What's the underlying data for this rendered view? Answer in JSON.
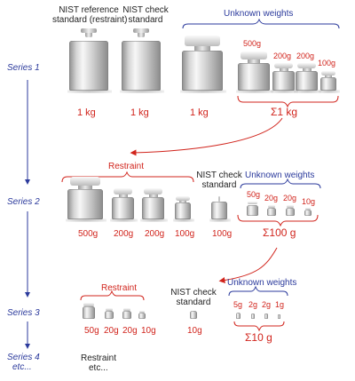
{
  "series": {
    "s1": "Series 1",
    "s2": "Series 2",
    "s3": "Series 3",
    "s4_line1": "Series 4",
    "s4_line2": "etc..."
  },
  "row1": {
    "reference_label_line1": "NIST reference",
    "reference_label_line2": "standard (restraint)",
    "check_label_line1": "NIST check",
    "check_label_line2": "standard",
    "unknown_label": "Unknown weights",
    "w_500": "500g",
    "w_200a": "200g",
    "w_200b": "200g",
    "w_100": "100g",
    "ref_mass": "1 kg",
    "check_mass": "1 kg",
    "unknown_mass": "1 kg",
    "sum_symbol": "Σ",
    "sum_mass": "1 kg"
  },
  "row2": {
    "restraint_label": "Restraint",
    "check_label_line1": "NIST check",
    "check_label_line2": "standard",
    "unknown_label": "Unknown weights",
    "m1": "500g",
    "m2": "200g",
    "m3": "200g",
    "m4": "100g",
    "check_mass": "100g",
    "w_50": "50g",
    "w_20a": "20g",
    "w_20b": "20g",
    "w_10": "10g",
    "sum_symbol": "Σ",
    "sum_mass": "100 g"
  },
  "row3": {
    "restraint_label": "Restraint",
    "check_label_line1": "NIST check",
    "check_label_line2": "standard",
    "unknown_label": "Unknown weights",
    "m1": "50g",
    "m2": "20g",
    "m3": "20g",
    "m4": "10g",
    "check_mass": "10g",
    "w_5": "5g",
    "w_2a": "2g",
    "w_2b": "2g",
    "w_1": "1g",
    "sum_symbol": "Σ",
    "sum_mass": "10 g"
  },
  "row4": {
    "restraint_line1": "Restraint",
    "restraint_line2": "etc..."
  },
  "colors": {
    "red": "#d1241c",
    "blue": "#2b3a9c",
    "black": "#222222"
  }
}
